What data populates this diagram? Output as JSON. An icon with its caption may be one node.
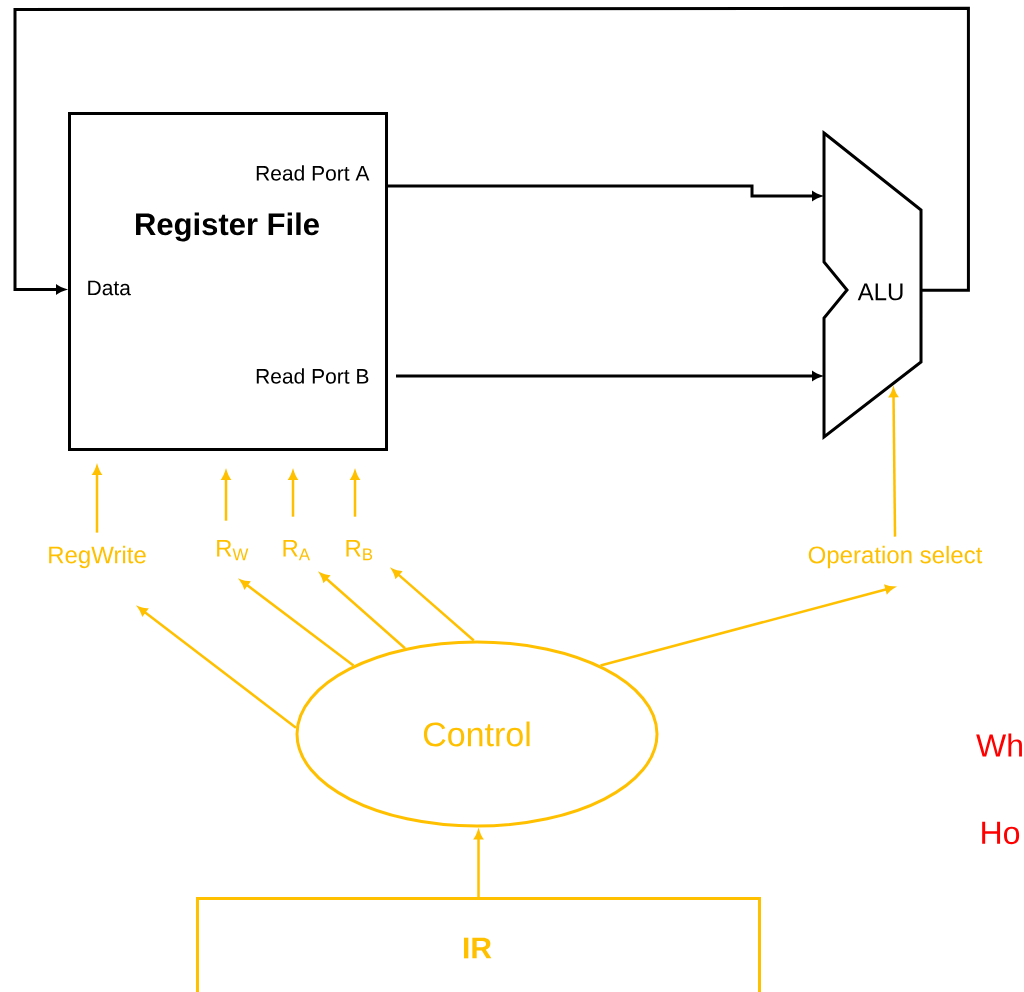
{
  "diagram": {
    "nodes": [
      {
        "text": [
          "Read Port A",
          "Register File",
          "Data",
          "Read Port B"
        ]
      },
      {
        "text": [
          "ALU"
        ]
      },
      {
        "text": [
          "Control"
        ]
      },
      {
        "text": [
          "IR"
        ]
      },
      {
        "text": [
          "RegWrite"
        ]
      },
      {
        "text": [
          "R$_{W}$"
        ]
      },
      {
        "text": [
          "R$_{A}$"
        ]
      },
      {
        "text": [
          "R$_{B}$"
        ]
      },
      {
        "text": [
          "Operation select"
        ]
      }
    ],
    "edges": [
      {
        "from": 0,
        "to": 1,
        "arrow": "to",
        "color": "#000000"
      },
      {
        "from": 0,
        "to": 1,
        "arrow": "to",
        "color": "#000000"
      },
      {
        "from": 1,
        "to": 0,
        "arrow": "to",
        "color": "#000000"
      },
      {
        "from": 4,
        "to": 0,
        "arrow": "to"
      },
      {
        "from": 5,
        "to": 0,
        "arrow": "to"
      },
      {
        "from": 6,
        "to": 0,
        "arrow": "to"
      },
      {
        "from": 7,
        "to": 0,
        "arrow": "to"
      },
      {
        "from": 8,
        "to": 1,
        "arrow": "to"
      },
      {
        "from": 2,
        "to": 4,
        "arrow": "to"
      },
      {
        "from": 2,
        "to": 5,
        "arrow": "to"
      },
      {
        "from": 2,
        "to": 6,
        "arrow": "to"
      },
      {
        "from": 2,
        "to": 7,
        "arrow": "to"
      },
      {
        "from": 2,
        "to": 8,
        "arrow": "to"
      },
      {
        "from": 3,
        "to": 2,
        "arrow": "to"
      }
    ],
    "labels": [
      "Wh",
      "Ho"
    ]
  }
}
